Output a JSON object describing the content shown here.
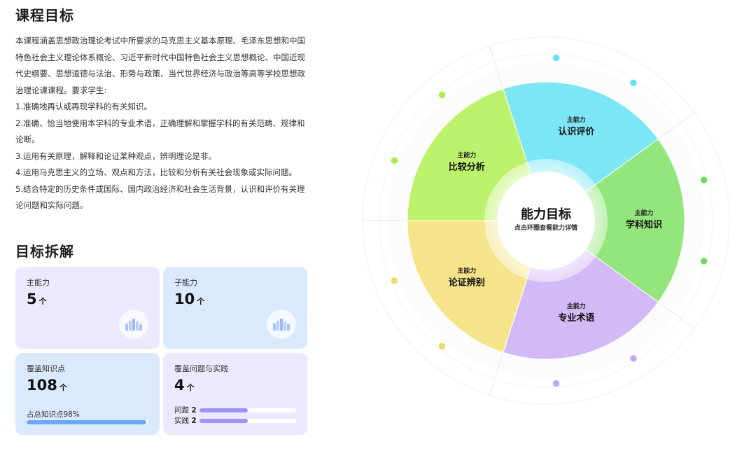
{
  "goal": {
    "title": "课程目标",
    "paragraphs": [
      "本课程涵盖思想政治理论考试中所要求的马克思主义基本原理、毛泽东思想和中国特色社会主义理论体系概论、习近平新时代中国特色社会主义思想概论、中国近现代史纲要、思想道德与法治、形势与政策、当代世界经济与政治等高等学校思想政治理论课课程。要求学生:",
      "1.准确地再认或再现学科的有关知识。",
      "2.准确、恰当地使用本学科的专业术语，正确理解和掌握学科的有关范畴、规律和论断。",
      "3.运用有关原理，解释和论证某种观点，辨明理论是非。",
      "4.运用马克思主义的立场、观点和方法，比较和分析有关社会现象或实际问题。",
      "5.结合特定的历史条件或国际、国内政治经济和社会生活背景，认识和评价有关理论问题和实际问题。"
    ]
  },
  "breakdown": {
    "title": "目标拆解",
    "cards": [
      {
        "label": "主能力",
        "value": "5",
        "unit": "个"
      },
      {
        "label": "子能力",
        "value": "10",
        "unit": "个"
      },
      {
        "label": "覆盖知识点",
        "value": "108",
        "unit": "个",
        "progress_label": "占总知识点98%",
        "progress": 98
      },
      {
        "label": "覆盖问题与实践",
        "value": "4",
        "unit": "个",
        "rows": [
          {
            "label": "问题",
            "count": "2",
            "fraction": 0.5
          },
          {
            "label": "实践",
            "count": "2",
            "fraction": 0.5
          }
        ]
      }
    ]
  },
  "wheel": {
    "center_title": "能力目标",
    "center_subtitle": "点击环圈查看能力详情",
    "segments": [
      {
        "caption": "主能力",
        "name": "认识评价",
        "color": "#7de6f4"
      },
      {
        "caption": "主能力",
        "name": "学科知识",
        "color": "#93e67c"
      },
      {
        "caption": "主能力",
        "name": "专业术语",
        "color": "#d3b9f6"
      },
      {
        "caption": "主能力",
        "name": "论证辨别",
        "color": "#f6e48b"
      },
      {
        "caption": "主能力",
        "name": "比较分析",
        "color": "#bdf36c"
      }
    ],
    "dot_colors": [
      "#67dff0",
      "#6bde55",
      "#c9a4f6",
      "#f1d96d",
      "#a8ed52"
    ]
  }
}
